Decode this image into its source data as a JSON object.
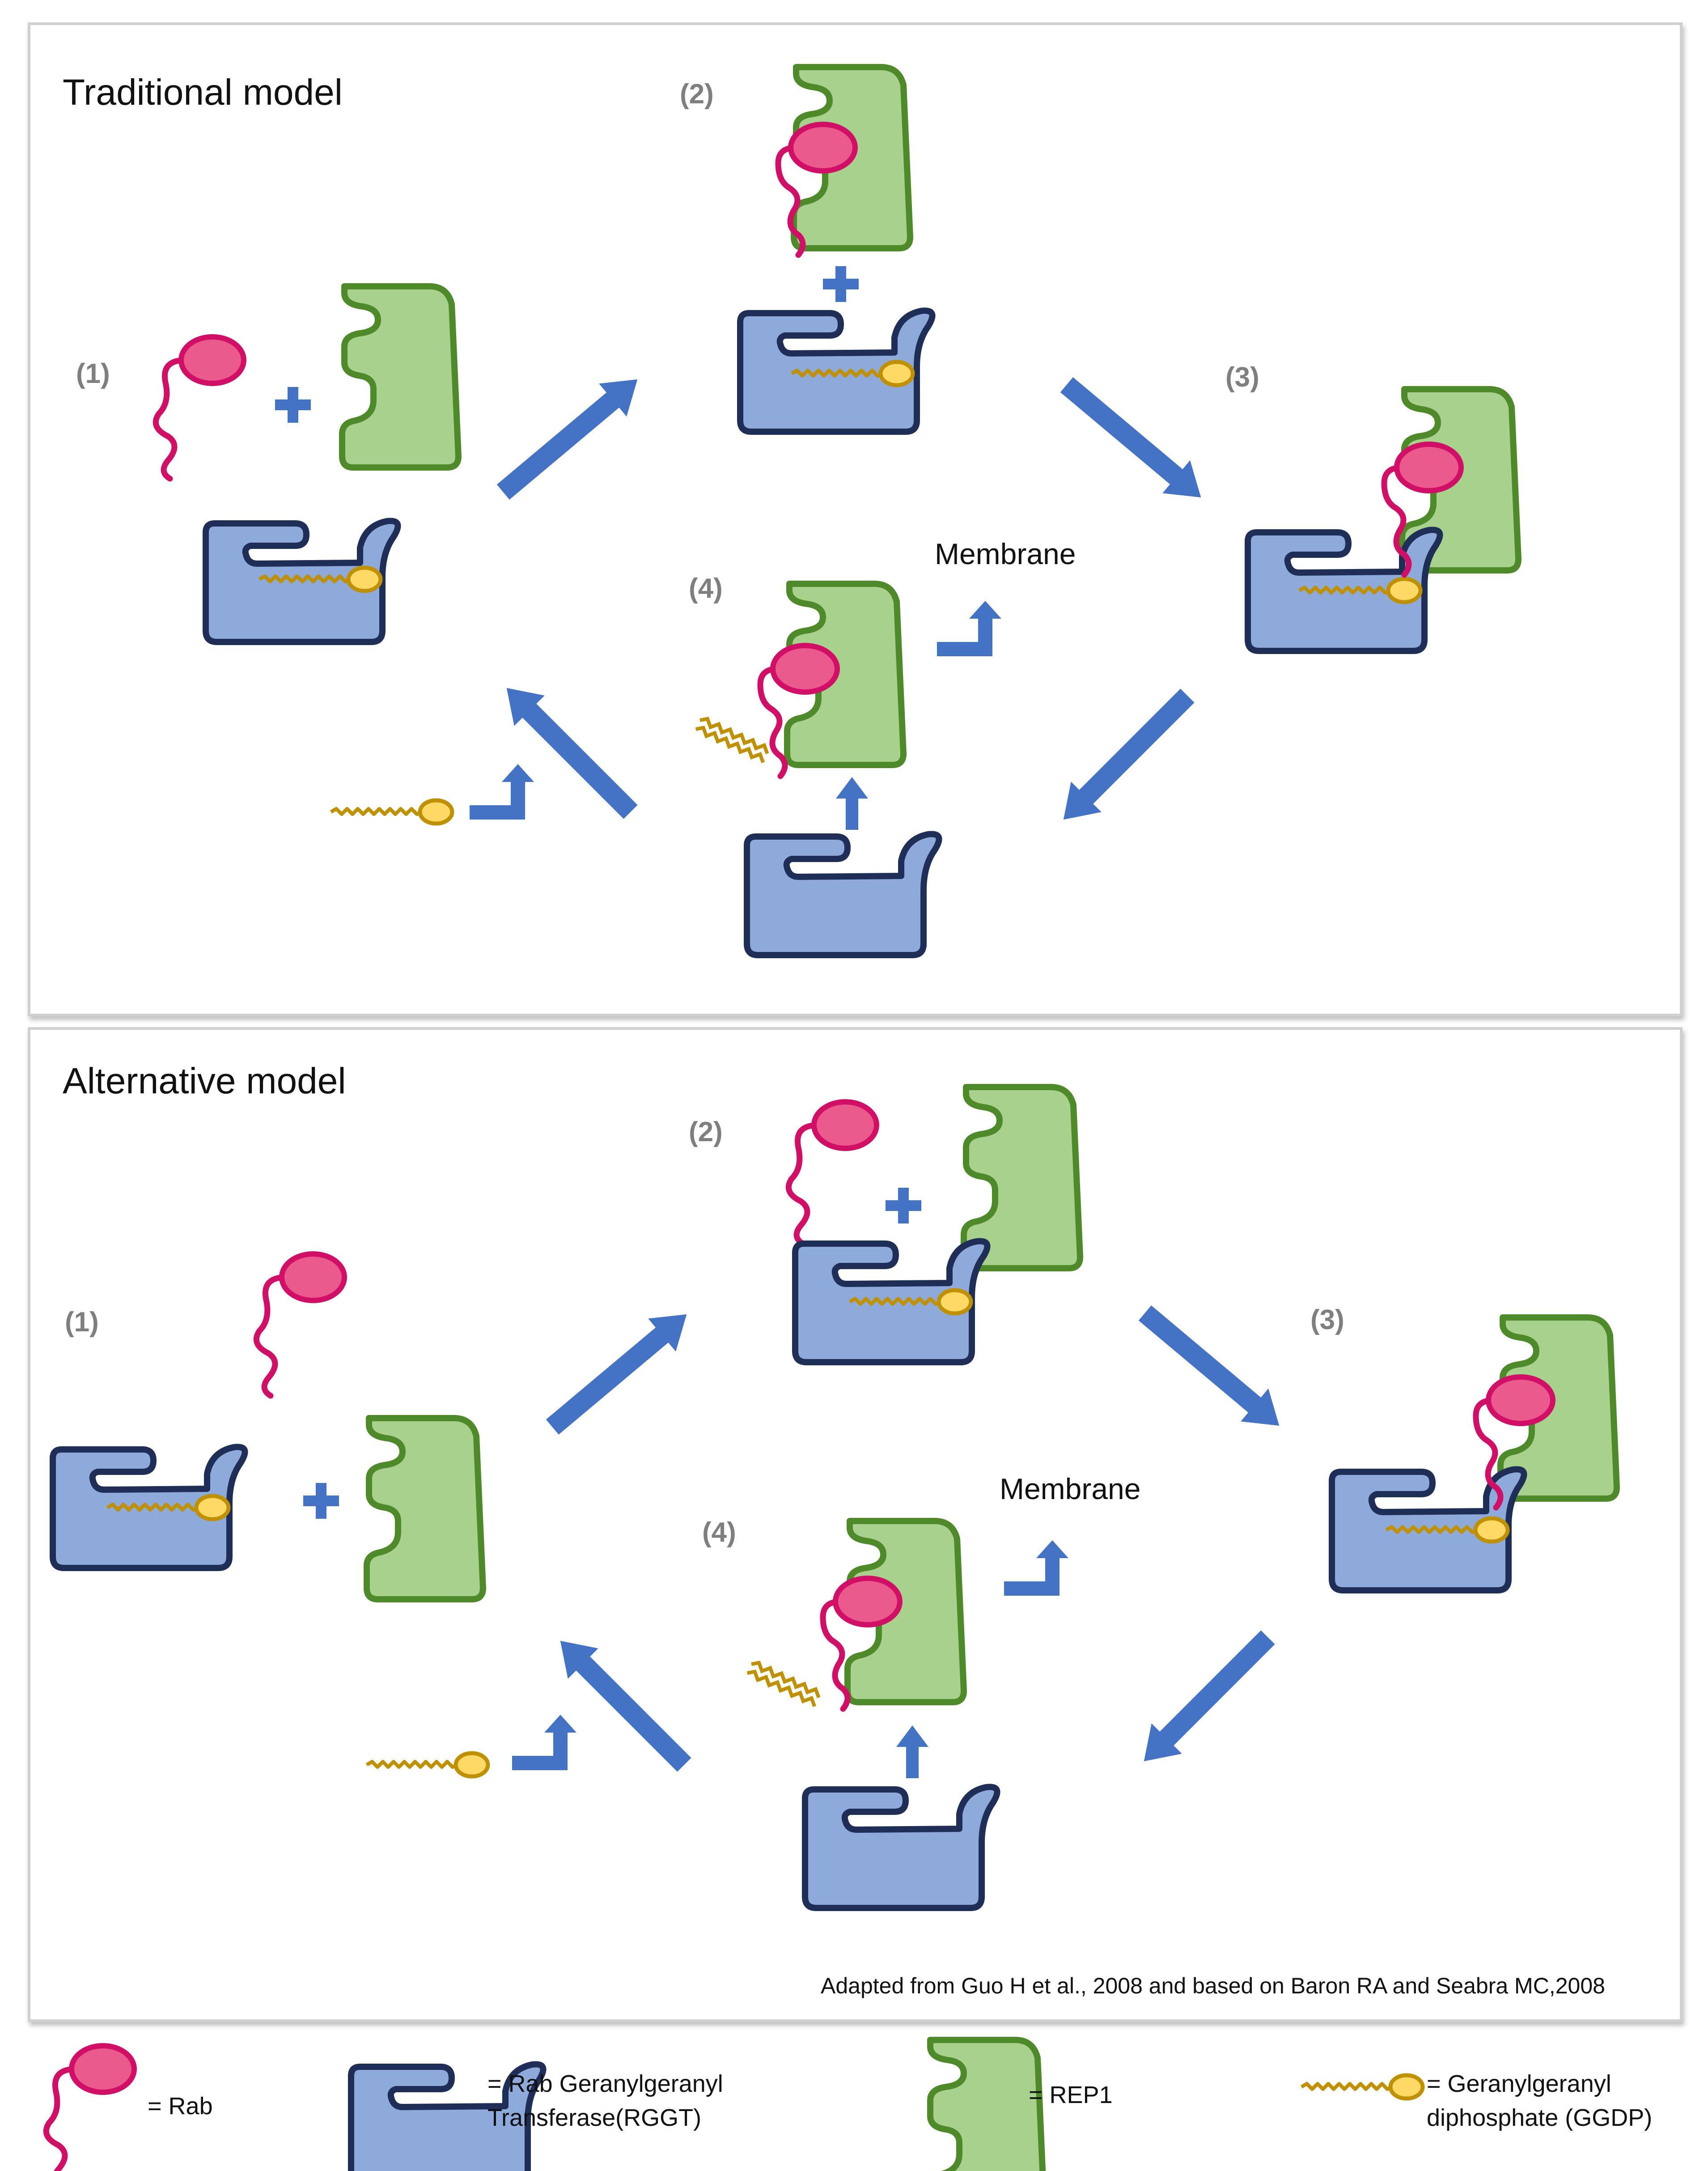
{
  "traditional": {
    "title": "Traditional model",
    "steps": [
      "(1)",
      "(2)",
      "(3)",
      "(4)"
    ],
    "membrane": "Membrane"
  },
  "alternative": {
    "title": "Alternative model",
    "steps": [
      "(1)",
      "(2)",
      "(3)",
      "(4)"
    ],
    "membrane": "Membrane"
  },
  "credit": "Adapted from Guo H et al., 2008  and based on Baron RA and Seabra MC,2008",
  "legend": {
    "rab": "= Rab",
    "rggt_line1": "= Rab Geranylgeranyl",
    "rggt_line2": "Transferase(RGGT)",
    "rep1": "= REP1",
    "ggdp_line1": "= Geranylgeranyl",
    "ggdp_line2": "diphosphate  (GGDP)"
  },
  "colors": {
    "rab_fill": "#ea5a8c",
    "rab_stroke": "#d10f66",
    "rggt_fill": "#8eaadb",
    "rggt_stroke": "#1f2e57",
    "rep_fill": "#a9d18e",
    "rep_stroke": "#4f8a2a",
    "ggdp_fill": "#ffd966",
    "ggdp_stroke": "#bf9000",
    "arrow": "#4472c4"
  }
}
